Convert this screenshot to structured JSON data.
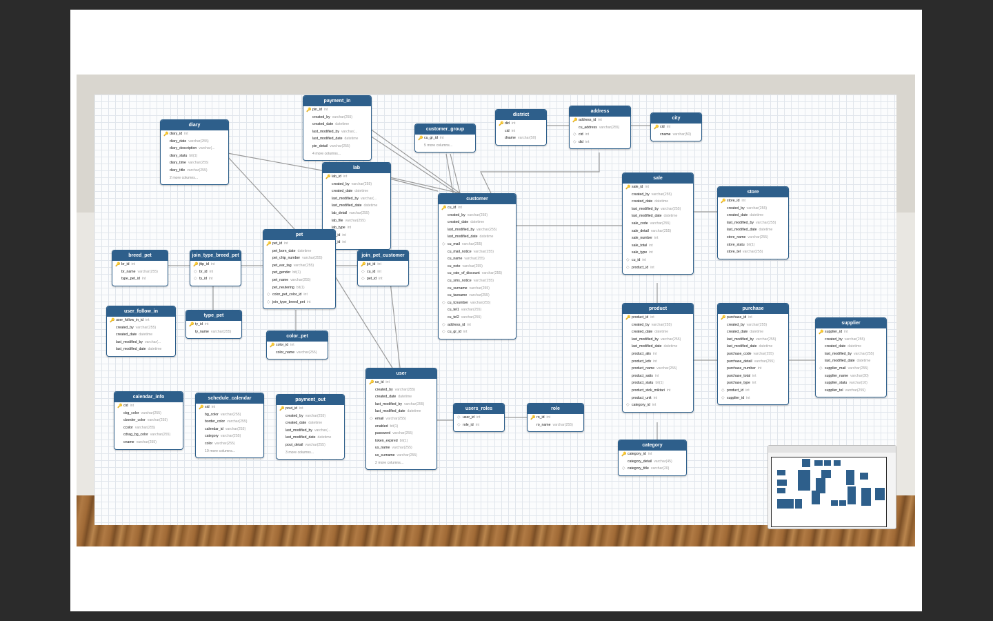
{
  "tables": [
    {
      "id": "payment_in",
      "name": "payment_in",
      "cols": [
        [
          "pk",
          "pin_id",
          "int"
        ],
        [
          "",
          "created_by",
          "varchar(255)"
        ],
        [
          "",
          "created_date",
          "datetime"
        ],
        [
          "",
          "last_modified_by",
          "varchar(..."
        ],
        [
          "",
          "last_modified_date",
          "datetime"
        ],
        [
          "",
          "pin_detail",
          "varchar(255)"
        ]
      ],
      "more": "4 more columns..."
    },
    {
      "id": "diary",
      "name": "diary",
      "cols": [
        [
          "pk",
          "diary_id",
          "int"
        ],
        [
          "",
          "diary_date",
          "varchar(255)"
        ],
        [
          "",
          "diary_description",
          "varchar(..."
        ],
        [
          "",
          "diary_statu",
          "bit(1)"
        ],
        [
          "",
          "diary_time",
          "varchar(255)"
        ],
        [
          "",
          "diary_title",
          "varchar(255)"
        ]
      ],
      "more": "2 more columns..."
    },
    {
      "id": "customer_group",
      "name": "customer_group",
      "cols": [
        [
          "pk",
          "cu_gr_id",
          "int"
        ]
      ],
      "more": "5 more columns..."
    },
    {
      "id": "district",
      "name": "district",
      "cols": [
        [
          "pk",
          "did",
          "int"
        ],
        [
          "",
          "cid",
          "int"
        ],
        [
          "",
          "dname",
          "varchar(50)"
        ]
      ],
      "more": ""
    },
    {
      "id": "address",
      "name": "address",
      "cols": [
        [
          "pk",
          "address_id",
          "int"
        ],
        [
          "",
          "cu_address",
          "varchar(255)"
        ],
        [
          "fk",
          "cid",
          "int"
        ],
        [
          "fk",
          "did",
          "int"
        ]
      ],
      "more": ""
    },
    {
      "id": "city",
      "name": "city",
      "cols": [
        [
          "pk",
          "cid",
          "int"
        ],
        [
          "",
          "cname",
          "varchar(50)"
        ]
      ],
      "more": ""
    },
    {
      "id": "lab",
      "name": "lab",
      "cols": [
        [
          "pk",
          "lab_id",
          "int"
        ],
        [
          "",
          "created_by",
          "varchar(255)"
        ],
        [
          "",
          "created_date",
          "datetime"
        ],
        [
          "",
          "last_modified_by",
          "varchar(..."
        ],
        [
          "",
          "last_modified_date",
          "datetime"
        ],
        [
          "",
          "lab_detail",
          "varchar(255)"
        ],
        [
          "",
          "lab_file",
          "varchar(255)"
        ],
        [
          "",
          "lab_type",
          "int"
        ],
        [
          "fk",
          "jpt_id",
          "int"
        ],
        [
          "fk",
          "us_id",
          "int"
        ]
      ],
      "more": ""
    },
    {
      "id": "customer",
      "name": "customer",
      "cols": [
        [
          "pk",
          "cu_id",
          "int"
        ],
        [
          "",
          "created_by",
          "varchar(255)"
        ],
        [
          "",
          "created_date",
          "datetime"
        ],
        [
          "",
          "last_modified_by",
          "varchar(255)"
        ],
        [
          "",
          "last_modified_date",
          "datetime"
        ],
        [
          "fk",
          "cu_mail",
          "varchar(255)"
        ],
        [
          "",
          "cu_mail_notice",
          "varchar(255)"
        ],
        [
          "",
          "cu_name",
          "varchar(255)"
        ],
        [
          "",
          "cu_note",
          "varchar(255)"
        ],
        [
          "",
          "cu_rate_of_discount",
          "varchar(255)"
        ],
        [
          "",
          "cu_sms_notice",
          "varchar(255)"
        ],
        [
          "",
          "cu_surname",
          "varchar(255)"
        ],
        [
          "",
          "cu_taxname",
          "varchar(255)"
        ],
        [
          "fk",
          "cu_tcnumber",
          "varchar(255)"
        ],
        [
          "",
          "cu_tel1",
          "varchar(255)"
        ],
        [
          "",
          "cu_tel2",
          "varchar(255)"
        ],
        [
          "fk",
          "address_id",
          "int"
        ],
        [
          "fk",
          "cu_gr_id",
          "int"
        ]
      ],
      "more": ""
    },
    {
      "id": "sale",
      "name": "sale",
      "cols": [
        [
          "pk",
          "sale_id",
          "int"
        ],
        [
          "",
          "created_by",
          "varchar(255)"
        ],
        [
          "",
          "created_date",
          "datetime"
        ],
        [
          "",
          "last_modified_by",
          "varchar(255)"
        ],
        [
          "",
          "last_modified_date",
          "datetime"
        ],
        [
          "",
          "sale_code",
          "varchar(255)"
        ],
        [
          "",
          "sale_detail",
          "varchar(255)"
        ],
        [
          "",
          "sale_number",
          "int"
        ],
        [
          "",
          "sale_total",
          "int"
        ],
        [
          "",
          "sale_type",
          "int"
        ],
        [
          "fk",
          "cu_id",
          "int"
        ],
        [
          "fk",
          "product_id",
          "int"
        ]
      ],
      "more": ""
    },
    {
      "id": "store",
      "name": "store",
      "cols": [
        [
          "pk",
          "store_id",
          "int"
        ],
        [
          "",
          "created_by",
          "varchar(255)"
        ],
        [
          "",
          "created_date",
          "datetime"
        ],
        [
          "",
          "last_modified_by",
          "varchar(255)"
        ],
        [
          "",
          "last_modified_date",
          "datetime"
        ],
        [
          "",
          "store_name",
          "varchar(255)"
        ],
        [
          "",
          "store_statu",
          "bit(1)"
        ],
        [
          "",
          "store_tel",
          "varchar(255)"
        ]
      ],
      "more": ""
    },
    {
      "id": "breed_pet",
      "name": "breed_pet",
      "cols": [
        [
          "pk",
          "br_id",
          "int"
        ],
        [
          "",
          "br_name",
          "varchar(255)"
        ],
        [
          "",
          "type_pet_id",
          "int"
        ]
      ],
      "more": ""
    },
    {
      "id": "join_type_breed_pet",
      "name": "join_type_breed_pet",
      "cols": [
        [
          "pk",
          "jttp_id",
          "int"
        ],
        [
          "fk",
          "br_id",
          "int"
        ],
        [
          "fk",
          "ty_id",
          "int"
        ]
      ],
      "more": ""
    },
    {
      "id": "pet",
      "name": "pet",
      "cols": [
        [
          "pk",
          "pet_id",
          "int"
        ],
        [
          "",
          "pet_born_date",
          "datetime"
        ],
        [
          "",
          "pet_chip_number",
          "varchar(255)"
        ],
        [
          "",
          "pet_ear_tag",
          "varchar(255)"
        ],
        [
          "",
          "pet_gender",
          "bit(1)"
        ],
        [
          "",
          "pet_name",
          "varchar(255)"
        ],
        [
          "",
          "pet_neutering",
          "bit(1)"
        ],
        [
          "fk",
          "color_pet_color_id",
          "int"
        ],
        [
          "fk",
          "join_type_breed_pet",
          "int"
        ]
      ],
      "more": ""
    },
    {
      "id": "join_pet_customer",
      "name": "join_pet_customer",
      "cols": [
        [
          "pk",
          "jpt_id",
          "int"
        ],
        [
          "fk",
          "cu_id",
          "int"
        ],
        [
          "fk",
          "pet_id",
          "int"
        ]
      ],
      "more": ""
    },
    {
      "id": "user_follow_in",
      "name": "user_follow_in",
      "cols": [
        [
          "pk",
          "user_follow_in_id",
          "int"
        ],
        [
          "",
          "created_by",
          "varchar(255)"
        ],
        [
          "",
          "created_date",
          "datetime"
        ],
        [
          "",
          "last_modified_by",
          "varchar(..."
        ],
        [
          "",
          "last_modified_date",
          "datetime"
        ]
      ],
      "more": ""
    },
    {
      "id": "type_pet",
      "name": "type_pet",
      "cols": [
        [
          "pk",
          "ty_id",
          "int"
        ],
        [
          "",
          "ty_name",
          "varchar(255)"
        ]
      ],
      "more": ""
    },
    {
      "id": "color_pet",
      "name": "color_pet",
      "cols": [
        [
          "pk",
          "color_id",
          "int"
        ],
        [
          "",
          "color_name",
          "varchar(255)"
        ]
      ],
      "more": ""
    },
    {
      "id": "product",
      "name": "product",
      "cols": [
        [
          "pk",
          "product_id",
          "int"
        ],
        [
          "",
          "created_by",
          "varchar(255)"
        ],
        [
          "",
          "created_date",
          "datetime"
        ],
        [
          "",
          "last_modified_by",
          "varchar(255)"
        ],
        [
          "",
          "last_modified_date",
          "datetime"
        ],
        [
          "",
          "product_alis",
          "int"
        ],
        [
          "",
          "product_kdv",
          "int"
        ],
        [
          "",
          "product_name",
          "varchar(255)"
        ],
        [
          "",
          "product_satis",
          "int"
        ],
        [
          "",
          "product_statu",
          "bit(1)"
        ],
        [
          "",
          "product_stok_miktari",
          "int"
        ],
        [
          "",
          "product_unit",
          "int"
        ],
        [
          "fk",
          "category_id",
          "int"
        ]
      ],
      "more": ""
    },
    {
      "id": "purchase",
      "name": "purchase",
      "cols": [
        [
          "pk",
          "purchase_id",
          "int"
        ],
        [
          "",
          "created_by",
          "varchar(255)"
        ],
        [
          "",
          "created_date",
          "datetime"
        ],
        [
          "",
          "last_modified_by",
          "varchar(255)"
        ],
        [
          "",
          "last_modified_date",
          "datetime"
        ],
        [
          "",
          "purchase_code",
          "varchar(255)"
        ],
        [
          "",
          "purchase_detail",
          "varchar(255)"
        ],
        [
          "",
          "purchase_number",
          "int"
        ],
        [
          "",
          "purchase_total",
          "int"
        ],
        [
          "",
          "purchase_type",
          "int"
        ],
        [
          "fk",
          "product_id",
          "int"
        ],
        [
          "fk",
          "supplier_id",
          "int"
        ]
      ],
      "more": ""
    },
    {
      "id": "supplier",
      "name": "supplier",
      "cols": [
        [
          "pk",
          "supplier_id",
          "int"
        ],
        [
          "",
          "created_by",
          "varchar(255)"
        ],
        [
          "",
          "created_date",
          "datetime"
        ],
        [
          "",
          "last_modified_by",
          "varchar(255)"
        ],
        [
          "",
          "last_modified_date",
          "datetime"
        ],
        [
          "fk",
          "supplier_mail",
          "varchar(255)"
        ],
        [
          "",
          "supplier_name",
          "varchar(30)"
        ],
        [
          "",
          "supplier_statu",
          "varchar(10)"
        ],
        [
          "",
          "supplier_tel",
          "varchar(255)"
        ]
      ],
      "more": ""
    },
    {
      "id": "calendar_info",
      "name": "calendar_info",
      "cols": [
        [
          "pk",
          "cid",
          "int"
        ],
        [
          "",
          "cbg_color",
          "varchar(255)"
        ],
        [
          "",
          "cborder_color",
          "varchar(255)"
        ],
        [
          "",
          "ccolor",
          "varchar(255)"
        ],
        [
          "",
          "cdrag_bg_color",
          "varchar(255)"
        ],
        [
          "",
          "cname",
          "varchar(255)"
        ]
      ],
      "more": ""
    },
    {
      "id": "schedule_calendar",
      "name": "schedule_calendar",
      "cols": [
        [
          "pk",
          "sid",
          "int"
        ],
        [
          "",
          "bg_color",
          "varchar(255)"
        ],
        [
          "",
          "border_color",
          "varchar(255)"
        ],
        [
          "",
          "calendar_id",
          "varchar(255)"
        ],
        [
          "",
          "category",
          "varchar(255)"
        ],
        [
          "",
          "color",
          "varchar(255)"
        ]
      ],
      "more": "10 more columns..."
    },
    {
      "id": "payment_out",
      "name": "payment_out",
      "cols": [
        [
          "pk",
          "pout_id",
          "int"
        ],
        [
          "",
          "created_by",
          "varchar(255)"
        ],
        [
          "",
          "created_date",
          "datetime"
        ],
        [
          "",
          "last_modified_by",
          "varchar(..."
        ],
        [
          "",
          "last_modified_date",
          "datetime"
        ],
        [
          "",
          "pout_detail",
          "varchar(255)"
        ]
      ],
      "more": "3 more columns..."
    },
    {
      "id": "user",
      "name": "user",
      "cols": [
        [
          "pk",
          "us_id",
          "int"
        ],
        [
          "",
          "created_by",
          "varchar(255)"
        ],
        [
          "",
          "created_date",
          "datetime"
        ],
        [
          "",
          "last_modified_by",
          "varchar(255)"
        ],
        [
          "",
          "last_modified_date",
          "datetime"
        ],
        [
          "fk",
          "email",
          "varchar(255)"
        ],
        [
          "",
          "enabled",
          "bit(1)"
        ],
        [
          "",
          "password",
          "varchar(255)"
        ],
        [
          "",
          "token_expired",
          "bit(1)"
        ],
        [
          "",
          "us_name",
          "varchar(255)"
        ],
        [
          "",
          "us_surname",
          "varchar(255)"
        ]
      ],
      "more": "2 more columns..."
    },
    {
      "id": "users_roles",
      "name": "users_roles",
      "cols": [
        [
          "fk",
          "user_id",
          "int"
        ],
        [
          "fk",
          "role_id",
          "int"
        ]
      ],
      "more": ""
    },
    {
      "id": "role",
      "name": "role",
      "cols": [
        [
          "pk",
          "ro_id",
          "int"
        ],
        [
          "",
          "ro_name",
          "varchar(255)"
        ]
      ],
      "more": ""
    },
    {
      "id": "category",
      "name": "category",
      "cols": [
        [
          "pk",
          "category_id",
          "int"
        ],
        [
          "",
          "category_detail",
          "varchar(45)"
        ],
        [
          "fk",
          "category_title",
          "varchar(20)"
        ]
      ],
      "more": ""
    }
  ],
  "colors": {
    "header": "#2e5f8b",
    "border": "#2c5e8a",
    "grid": "#e1e6ec",
    "key": "#d4a017"
  }
}
